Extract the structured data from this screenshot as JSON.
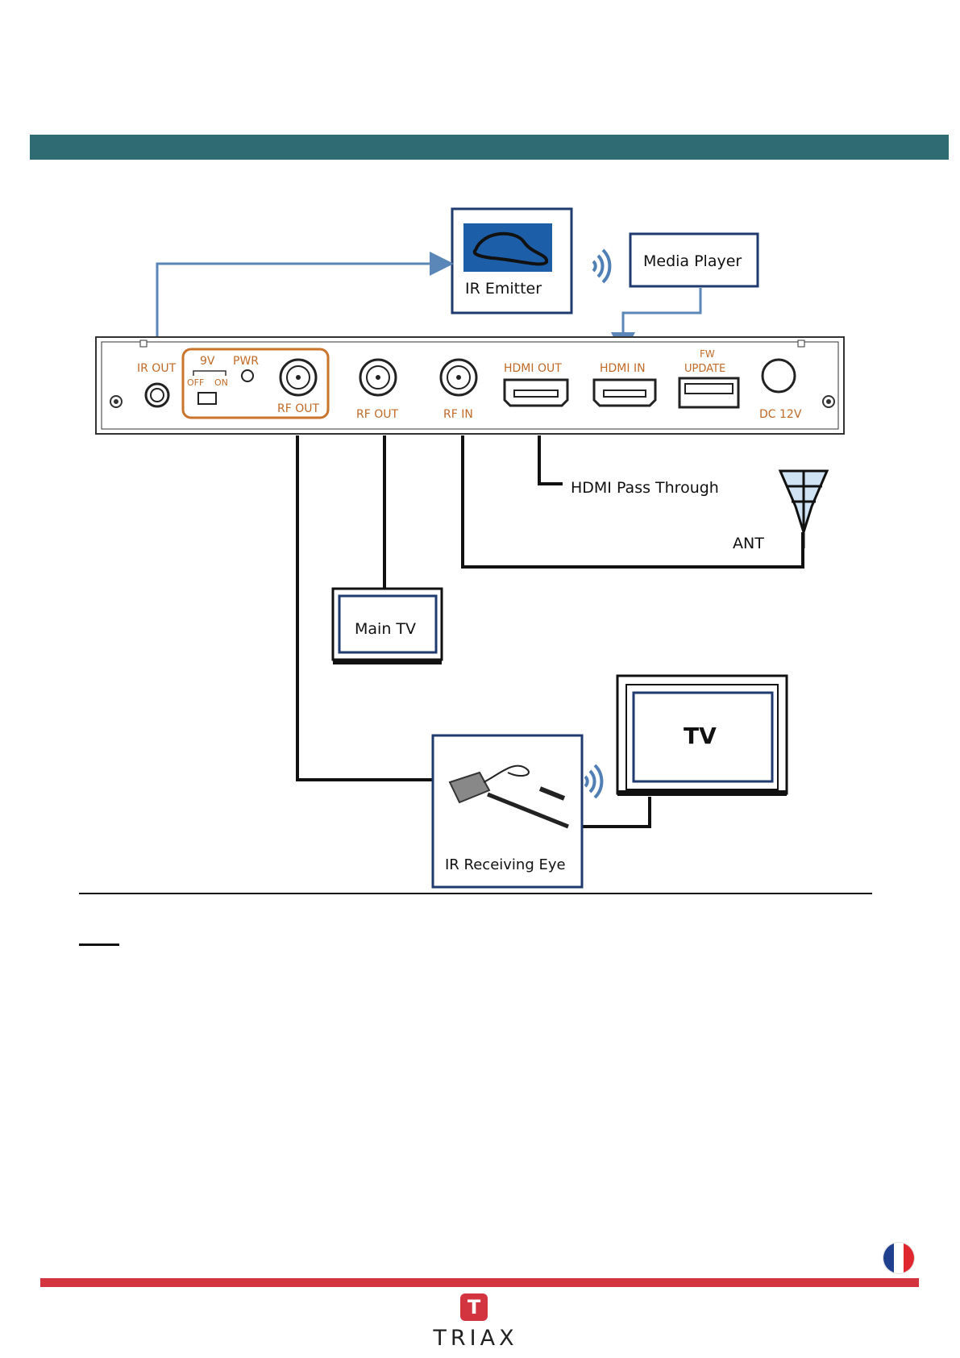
{
  "colors": {
    "header_band": "#2e6b73",
    "footer_bar": "#d2353f",
    "orange_frame": "#c8742a",
    "blue_box": "#1f3a6e",
    "arrow_blue": "#5b86b8",
    "label_orange": "#c06a28"
  },
  "device_panel": {
    "ir_out": "IR OUT",
    "switch_9v": "9V",
    "switch_off": "OFF",
    "switch_on": "ON",
    "pwr": "PWR",
    "rf_out_1": "RF OUT",
    "rf_out_2": "RF OUT",
    "rf_in": "RF IN",
    "hdmi_out": "HDMI OUT",
    "hdmi_in": "HDMI IN",
    "fw_line1": "FW",
    "fw_line2": "UPDATE",
    "dc": "DC 12V"
  },
  "labels": {
    "ir_emitter": "IR Emitter",
    "media_player": "Media Player",
    "hdmi_pass_through": "HDMI Pass Through",
    "ant": "ANT",
    "main_tv": "Main TV",
    "tv": "TV",
    "ir_receiving_eye": "IR Receiving Eye"
  },
  "footer": {
    "logo_letter": "T",
    "brand": "TRIAX",
    "flag_colors": [
      "#1f3f8f",
      "#ffffff",
      "#e0262e"
    ]
  }
}
